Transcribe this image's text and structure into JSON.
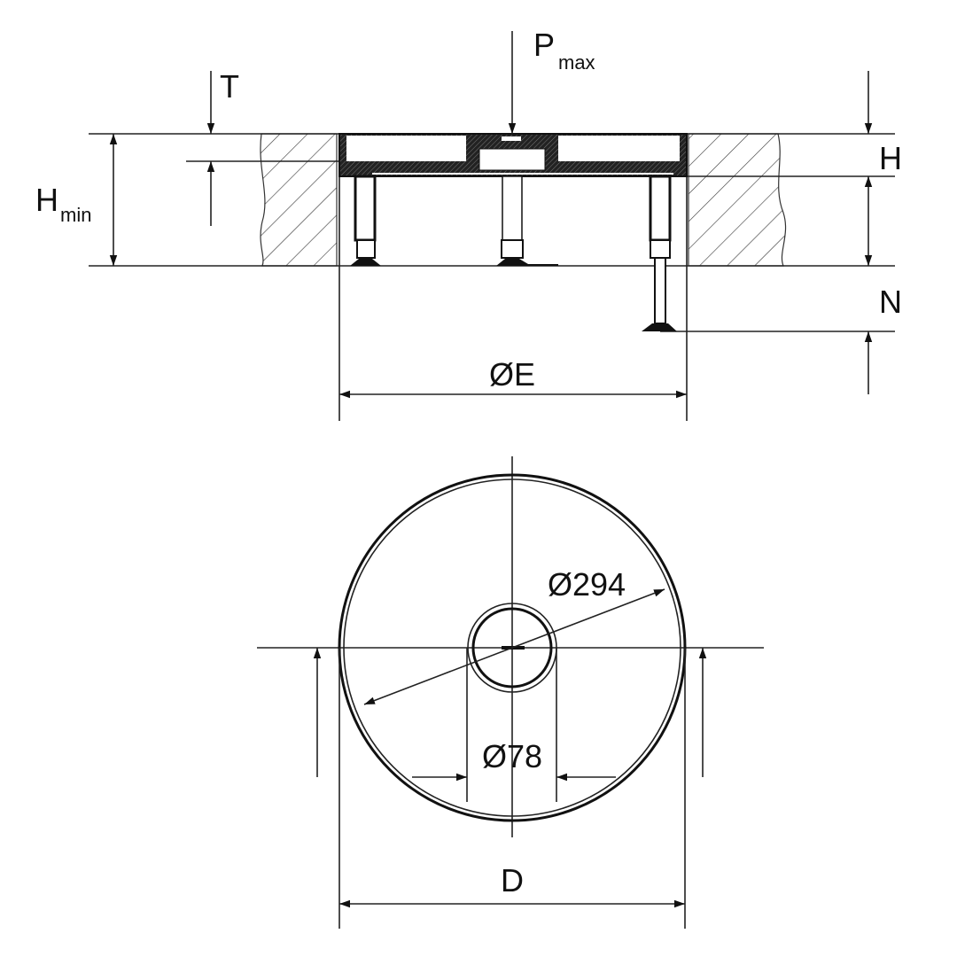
{
  "section_view": {
    "labels": {
      "T": "T",
      "P": "P",
      "P_sub": "max",
      "H_min": "H",
      "H_min_sub": "min",
      "H": "H",
      "N": "N",
      "E": "ØE"
    }
  },
  "plan_view": {
    "labels": {
      "outer_diameter": "Ø294",
      "inner_diameter": "Ø78",
      "D": "D"
    }
  },
  "colors": {
    "line": "#111111",
    "background": "#ffffff"
  }
}
